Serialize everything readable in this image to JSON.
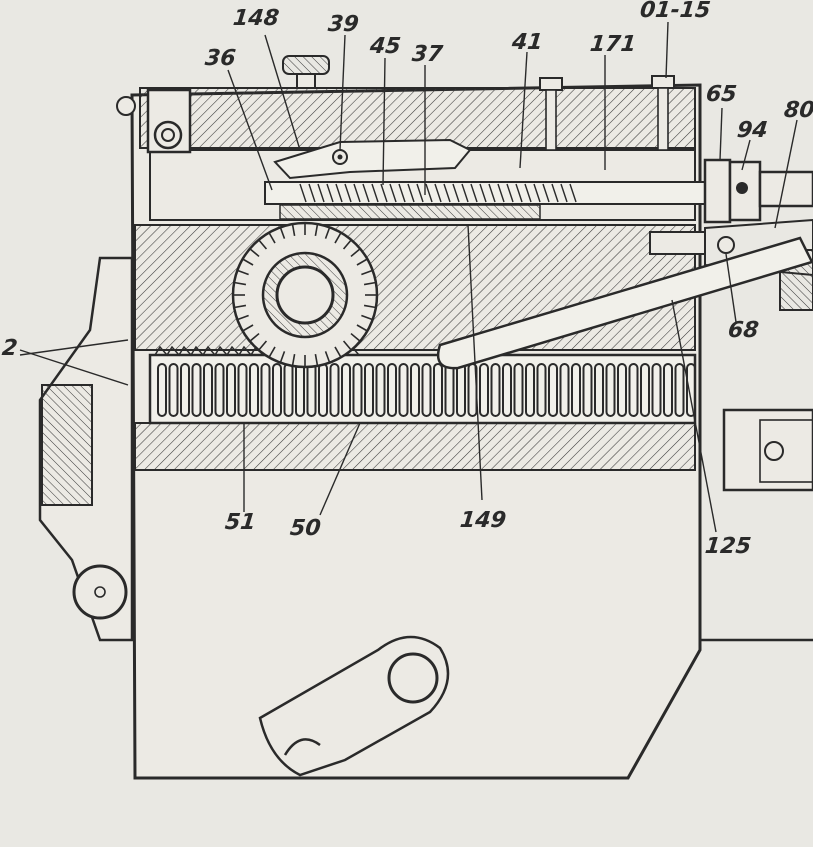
{
  "figure": {
    "paper_color": "#e9e8e3",
    "ink_color": "#2a2a2a",
    "callouts": [
      {
        "key": "c148",
        "text": "148"
      },
      {
        "key": "c39",
        "text": "39"
      },
      {
        "key": "c01_15",
        "text": "01-15"
      },
      {
        "key": "c36",
        "text": "36"
      },
      {
        "key": "c45",
        "text": "45"
      },
      {
        "key": "c37",
        "text": "37"
      },
      {
        "key": "c41",
        "text": "41"
      },
      {
        "key": "c171",
        "text": "171"
      },
      {
        "key": "c65",
        "text": "65"
      },
      {
        "key": "c94",
        "text": "94"
      },
      {
        "key": "c80",
        "text": "80"
      },
      {
        "key": "c2",
        "text": "2"
      },
      {
        "key": "c68",
        "text": "68"
      },
      {
        "key": "c51",
        "text": "51"
      },
      {
        "key": "c50",
        "text": "50"
      },
      {
        "key": "c149",
        "text": "149"
      },
      {
        "key": "c125",
        "text": "125"
      }
    ]
  }
}
